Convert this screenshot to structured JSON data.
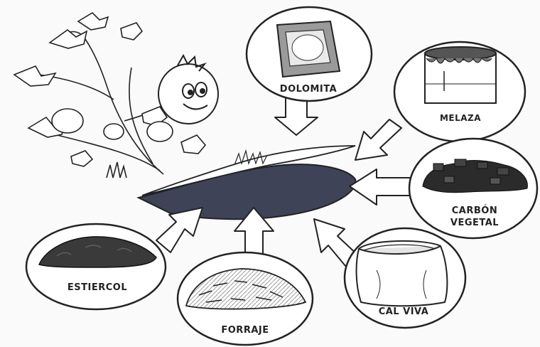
{
  "ingredients": {
    "dolomita": "DOLOMITA",
    "melaza": "MELAZA",
    "carbon_line1": "CARBÓN",
    "carbon_line2": "VEGETAL",
    "cal_viva": "CAL VIVA",
    "forraje": "FORRAJE",
    "estiercol": "ESTIERCOL"
  },
  "colors": {
    "ink": "#222222",
    "compost": "#3e4358",
    "charcoal": "#2b2b2b",
    "paper": "#fafafa"
  }
}
